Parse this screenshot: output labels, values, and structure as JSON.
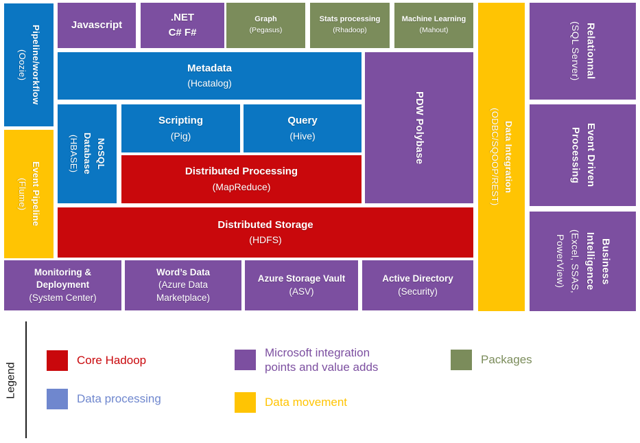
{
  "colors": {
    "core_hadoop_red": "#C9080C",
    "processing_blue": "#0B76C2",
    "integration_purple": "#7C4FA0",
    "movement_yellow": "#FFC403",
    "packages_green": "#7B8C5B",
    "legend_processing_blue": "#6F87CE",
    "legend_label_black": "#1A1A1A"
  },
  "diagram": {
    "pipeline_workflow": {
      "title": "Pipeline/workflow",
      "sub": "(Oozie)"
    },
    "event_pipeline": {
      "title": "Event Pipeline",
      "sub": "(Flume)"
    },
    "javascript": {
      "title": "Javascript"
    },
    "dotnet": {
      "title": ".NET",
      "title2": "C# F#"
    },
    "graph": {
      "title": "Graph",
      "sub": "(Pegasus)"
    },
    "stats_processing": {
      "title": "Stats processing",
      "sub": "(Rhadoop)"
    },
    "machine_learning": {
      "title": "Machine Learning",
      "sub": "(Mahout)"
    },
    "metadata": {
      "title": "Metadata",
      "sub": "(Hcatalog)"
    },
    "nosql": {
      "title": "NoSQL",
      "title2": "Database",
      "sub": "(HBASE)"
    },
    "scripting": {
      "title": "Scripting",
      "sub": "(Pig)"
    },
    "query": {
      "title": "Query",
      "sub": "(Hive)"
    },
    "distributed_processing": {
      "title": "Distributed Processing",
      "sub": "(MapReduce)"
    },
    "distributed_storage": {
      "title": "Distributed Storage",
      "sub": "(HDFS)"
    },
    "pdw_polybase": {
      "title": "PDW Polybase"
    },
    "data_integration": {
      "title": "Data Integration",
      "sub": "(ODBC/SQOOP/REST)"
    },
    "monitoring": {
      "title": "Monitoring &",
      "title2": "Deployment",
      "sub": "(System Center)"
    },
    "words_data": {
      "title": "Word’s Data",
      "sub": "(Azure Data",
      "sub2": "Marketplace)"
    },
    "azure_storage_vault": {
      "title": "Azure Storage Vault",
      "sub": "(ASV)"
    },
    "active_directory": {
      "title": "Active Directory",
      "sub": "(Security)"
    },
    "relational": {
      "title": "Relationnal",
      "sub": "(SQL Server)"
    },
    "event_driven": {
      "title": "Event Driven",
      "title2": "Processing"
    },
    "business_intelligence": {
      "title": "Business",
      "title2": "Intelligence",
      "sub": "(Excel, SSAS,",
      "sub2": "PowerView)"
    }
  },
  "legend": {
    "label": "Legend",
    "items": [
      {
        "label": "Core Hadoop",
        "color": "#C9080C"
      },
      {
        "label": "Data processing",
        "color": "#6F87CE"
      },
      {
        "label": "Microsoft integration",
        "label2": "points and value adds",
        "color": "#7C4FA0"
      },
      {
        "label": "Data movement",
        "color": "#FFC403"
      },
      {
        "label": "Packages",
        "color": "#7B8C5B"
      }
    ]
  }
}
